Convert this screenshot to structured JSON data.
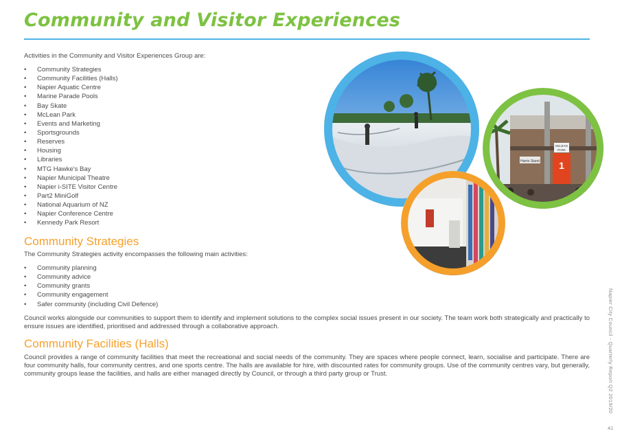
{
  "title": "Community and Visitor Experiences",
  "intro": "Activities in the Community and Visitor Experiences Group are:",
  "activities": [
    "Community Strategies",
    "Community Facilities (Halls)",
    "Napier Aquatic Centre",
    "Marine Parade Pools",
    "Bay Skate",
    "McLean Park",
    "Events and Marketing",
    "Sportsgrounds",
    "Reserves",
    "Housing",
    "Libraries",
    "MTG Hawke's Bay",
    "Napier Municipal Theatre",
    "Napier i-SITE Visitor Centre",
    "Part2 MiniGolf",
    "National Aquarium of NZ",
    "Napier Conference Centre",
    "Kennedy Park Resort"
  ],
  "community_strategies": {
    "heading": "Community Strategies",
    "intro": "The Community Strategies activity encompasses the following main activities:",
    "items": [
      "Community planning",
      "Community advice",
      "Community grants",
      "Community engagement",
      "Safer community (including Civil Defence)"
    ],
    "body": "Council works alongside our communities to support them to identify and implement solutions to the complex social issues present in our society. The team work both strategically and practically to ensure issues are identified, prioritised and addressed through a collaborative approach."
  },
  "community_facilities": {
    "heading": "Community Facilities (Halls)",
    "body": "Council provides a range of community facilities that meet the recreational and social needs of the community. They are spaces where people connect, learn, socialise and participate. There are four community halls, four community centres, and one sports centre. The halls are available for hire, with discounted rates for community groups. Use of the community centres vary, but generally, community groups lease the facilities, and halls are either managed directly by Council, or through a third party group or Trust."
  },
  "photos": {
    "skatepark_ring_color": "#4db2e6",
    "stadium_ring_color": "#7dc242",
    "library_ring_color": "#f5a02b",
    "stadium_sign_line1": "McLEAN",
    "stadium_sign_line2": "PARK",
    "stadium_gate_number": "1",
    "stadium_stand_sign": "Harris Stand"
  },
  "side_text": "Napier City Council - Quarterly Report Q2 2019/20",
  "page_number": "41",
  "colors": {
    "title": "#7dc242",
    "heading": "#f5a02b",
    "rule": "#4db2e6",
    "body": "#4a4a4a"
  }
}
